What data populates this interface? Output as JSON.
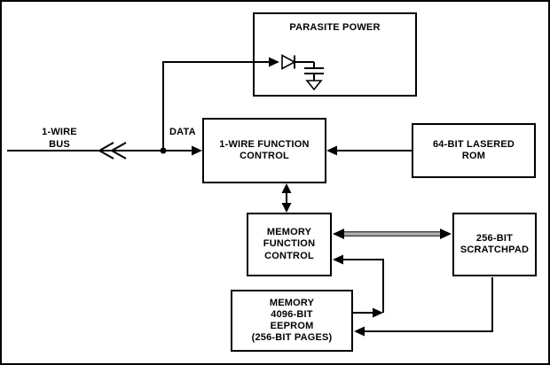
{
  "labels": {
    "bus": "1-WIRE\nBUS",
    "data": "DATA"
  },
  "boxes": {
    "parasite_power": {
      "label": "PARASITE POWER"
    },
    "one_wire_function_control": {
      "label": "1-WIRE FUNCTION\nCONTROL"
    },
    "lasered_rom": {
      "label": "64-BIT LASERED\nROM"
    },
    "memory_function_control": {
      "label": "MEMORY\nFUNCTION\nCONTROL"
    },
    "scratchpad": {
      "label": "256-BIT\nSCRATCHPAD"
    },
    "eeprom": {
      "label": "MEMORY\n4096-BIT\nEEPROM\n(256-BIT PAGES)"
    }
  },
  "icons": {
    "diode": "diode",
    "capacitor": "capacitor",
    "ground": "ground",
    "bus_chevrons": "bus-continuation-chevrons"
  },
  "colors": {
    "line": "#000000",
    "background": "#ffffff",
    "bus_bar_gray": "#b3b3b3"
  }
}
